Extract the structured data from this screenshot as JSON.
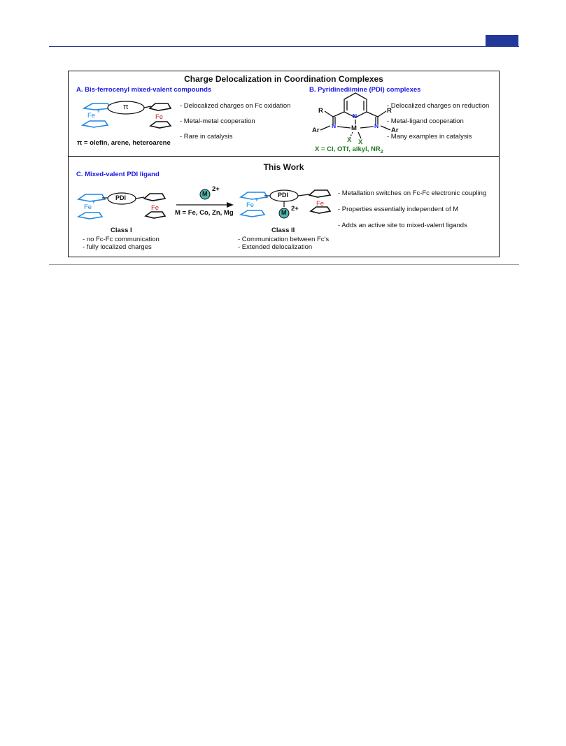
{
  "figure": {
    "title": "Charge Delocalization in Coordination Complexes",
    "panel_a": {
      "heading": "A. Bis-ferrocenyl mixed-valent compounds",
      "bridge_label": "π",
      "fe_oxidized": "Fe",
      "charge": "+",
      "fe_neutral": "Fe",
      "pi_note": "π = olefin, arene, heteroarene",
      "bullets": [
        "- Delocalized charges on Fc oxidation",
        "- Metal-metal cooperation",
        "- Rare in catalysis"
      ]
    },
    "panel_b": {
      "heading": "B. Pyridinediimine (PDI) complexes",
      "atoms": {
        "r1": "R",
        "r2": "R",
        "n_py": "N",
        "n_left": "N",
        "n_right": "N",
        "metal": "M",
        "ar_left": "Ar",
        "ar_right": "Ar",
        "x1": "X",
        "x2": "X"
      },
      "x_note": "X = Cl, OTf, alkyl, NR",
      "x_note_sub": "2",
      "bullets": [
        "- Delocalized charges on reduction",
        "- Metal-ligand cooperation",
        "- Many examples in catalysis"
      ]
    },
    "this_work": "This Work",
    "panel_c": {
      "heading": "C. Mixed-valent PDI ligand",
      "pdi": "PDI",
      "fe_oxidized": "Fe",
      "charge": "+",
      "fe_neutral": "Fe",
      "metal": "M",
      "metal_charge": "2+",
      "reagent": "M = Fe, Co, Zn, Mg",
      "class1": "Class I",
      "class1_notes": [
        "- no Fc-Fc communication",
        "- fully localized charges"
      ],
      "class2": "Class II",
      "class2_notes": [
        "- Communication between Fc's",
        "- Extended delocalization"
      ],
      "bullets": [
        "- Metallation switches on Fc-Fc electronic coupling",
        "- Properties essentially independent of M",
        "- Adds an active site to mixed-valent ligands"
      ]
    },
    "colors": {
      "accent_blue": "#1a1ae6",
      "ferrocenium": "#1e88e5",
      "iron": "#c62828",
      "metal_teal": "#4db6ac",
      "ligand_green": "#1f7a1f",
      "header": "#23399a"
    }
  }
}
